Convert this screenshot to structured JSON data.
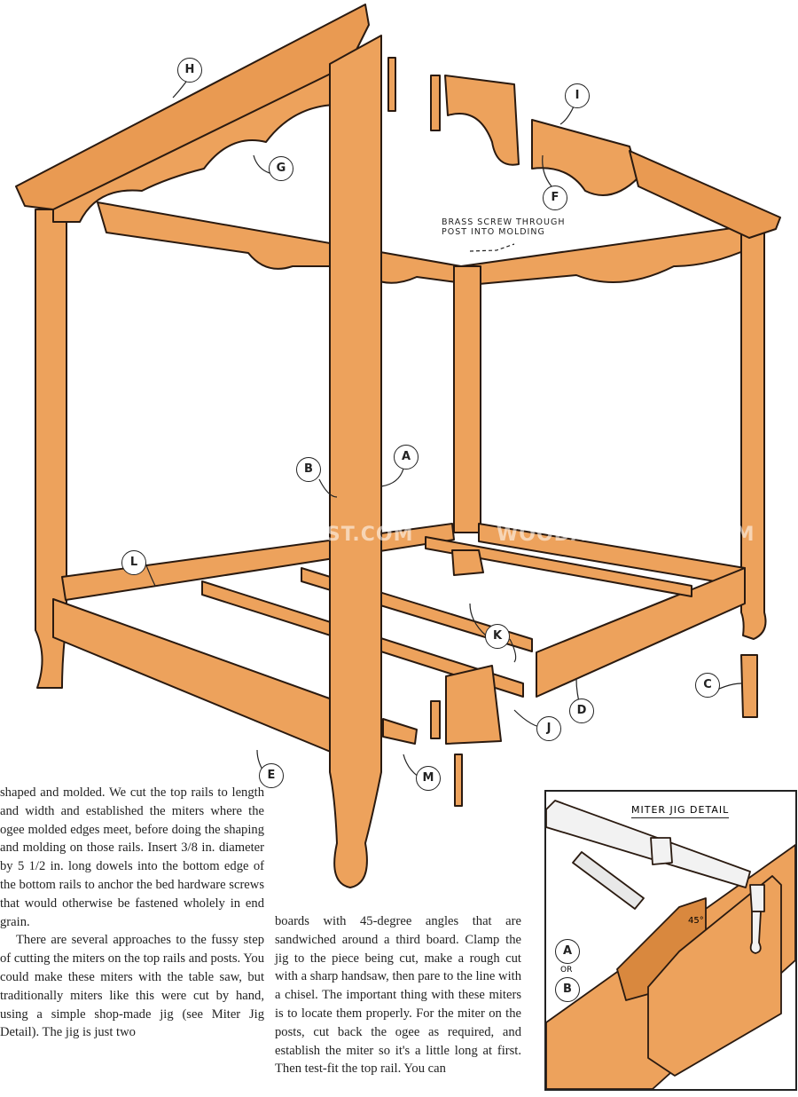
{
  "diagram": {
    "labels": [
      "H",
      "G",
      "I",
      "F",
      "A",
      "B",
      "L",
      "K",
      "C",
      "D",
      "J",
      "M",
      "E"
    ],
    "note": [
      "BRASS SCREW THROUGH",
      "POST INTO MOLDING"
    ],
    "watermark": "WOODARCHIVIST.COM",
    "colors": {
      "wood": "#eda25c",
      "wood_dark": "#c8742f",
      "line": "#2a1a10"
    }
  },
  "article": {
    "col1": [
      "shaped and molded. We cut the top rails to length and width and established the miters where the ogee molded edges meet, before doing the shaping and molding on those rails. Insert 3/8 in. diameter by 5 1/2 in. long dowels into the bottom edge of the bottom rails to anchor the bed hardware screws that would otherwise be fastened wholely in end grain.",
      "There are several approaches to the fussy step of cutting the miters on the top rails and posts. You could make these miters with the table saw, but traditionally miters like this were cut by hand, using a simple shop-made jig (see Miter Jig Detail). The jig is just two"
    ],
    "col2": "boards with 45-degree angles that are sandwiched around a third board. Clamp the jig to the piece being cut, make a rough cut with a sharp handsaw, then pare to the line with a chisel. The important thing with these miters is to locate them properly. For the miter on the posts, cut back the ogee as required, and establish the miter so it's a little long at first. Then test-fit the top rail. You can"
  },
  "jig_detail": {
    "title": "MITER JIG DETAIL",
    "angle": "45°",
    "label_a": "A",
    "or": "OR",
    "label_b": "B"
  }
}
